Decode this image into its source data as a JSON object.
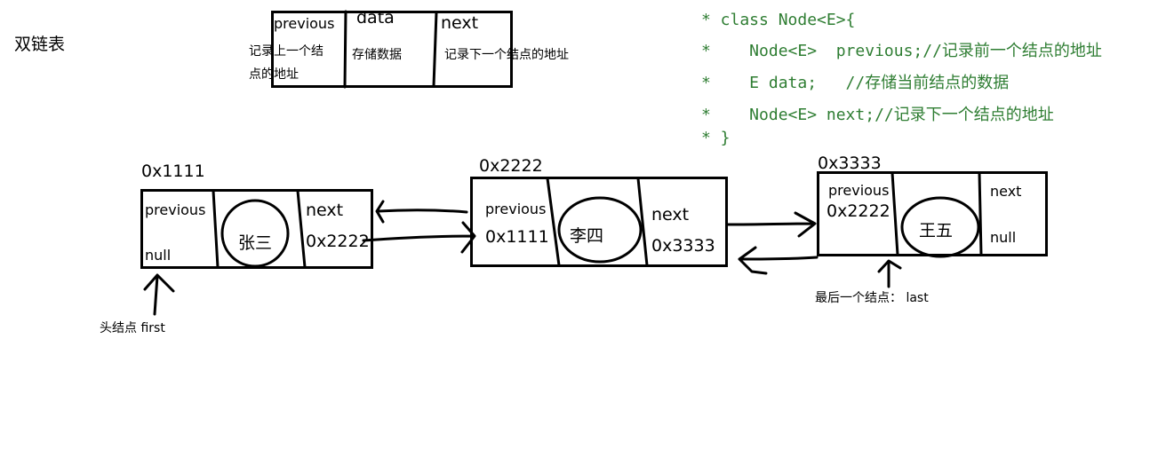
{
  "title": "双链表",
  "legend": {
    "previous_label": "previous",
    "previous_desc": [
      "记录上一个结",
      "点的地址"
    ],
    "data_label": "data",
    "data_desc": "存储数据",
    "next_label": "next",
    "next_desc": "记录下一个结点的地址"
  },
  "code": {
    "line1": "* class Node<E>{",
    "line2": "*    Node<E>  previous;//记录前一个结点的地址",
    "line3": "*    E data;   //存储当前结点的数据",
    "line4": "*    Node<E> next;//记录下一个结点的地址",
    "line5": "* }"
  },
  "nodes": [
    {
      "address": "0x1111",
      "previous_label": "previous",
      "previous_value": "null",
      "data": "张三",
      "next_label": "next",
      "next_value": "0x2222"
    },
    {
      "address": "0x2222",
      "previous_label": "previous",
      "previous_value": "0x1111",
      "data": "李四",
      "next_label": "next",
      "next_value": "0x3333"
    },
    {
      "address": "0x3333",
      "previous_label": "previous",
      "previous_value": "0x2222",
      "data": "王五",
      "next_label": "next",
      "next_value": "null"
    }
  ],
  "pointers": {
    "first": "头结点  first",
    "last": "最后一个结点： last"
  }
}
